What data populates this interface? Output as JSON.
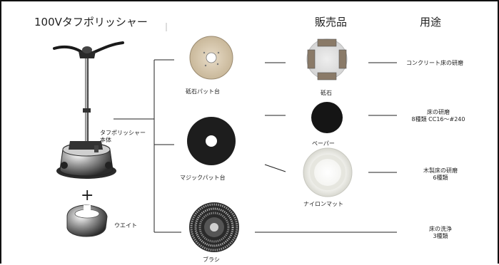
{
  "header": {
    "title": "100Vタフポリッシャー",
    "col_sales": "販売品",
    "col_usage": "用途"
  },
  "machine": {
    "body_label_line1": "タフポリッシャー",
    "body_label_line2": "本体",
    "plus_sign": "+",
    "weight_label": "ウエイト"
  },
  "bases": {
    "whetstone_pad": "砥石パット台",
    "magic_pad": "マジックパット台",
    "brush": "ブラシ"
  },
  "products": {
    "whetstone": "砥石",
    "paper": "ペーパー",
    "nylon_mat": "ナイロンマット"
  },
  "usages": {
    "concrete": "コンクリート床の研磨",
    "paper_line1": "床の研磨",
    "paper_line2": "8種類 CC16～#240",
    "wood_line1": "木製床の研磨",
    "wood_line2": "6種類",
    "wash_line1": "床の洗浄",
    "wash_line2": "3種類"
  }
}
